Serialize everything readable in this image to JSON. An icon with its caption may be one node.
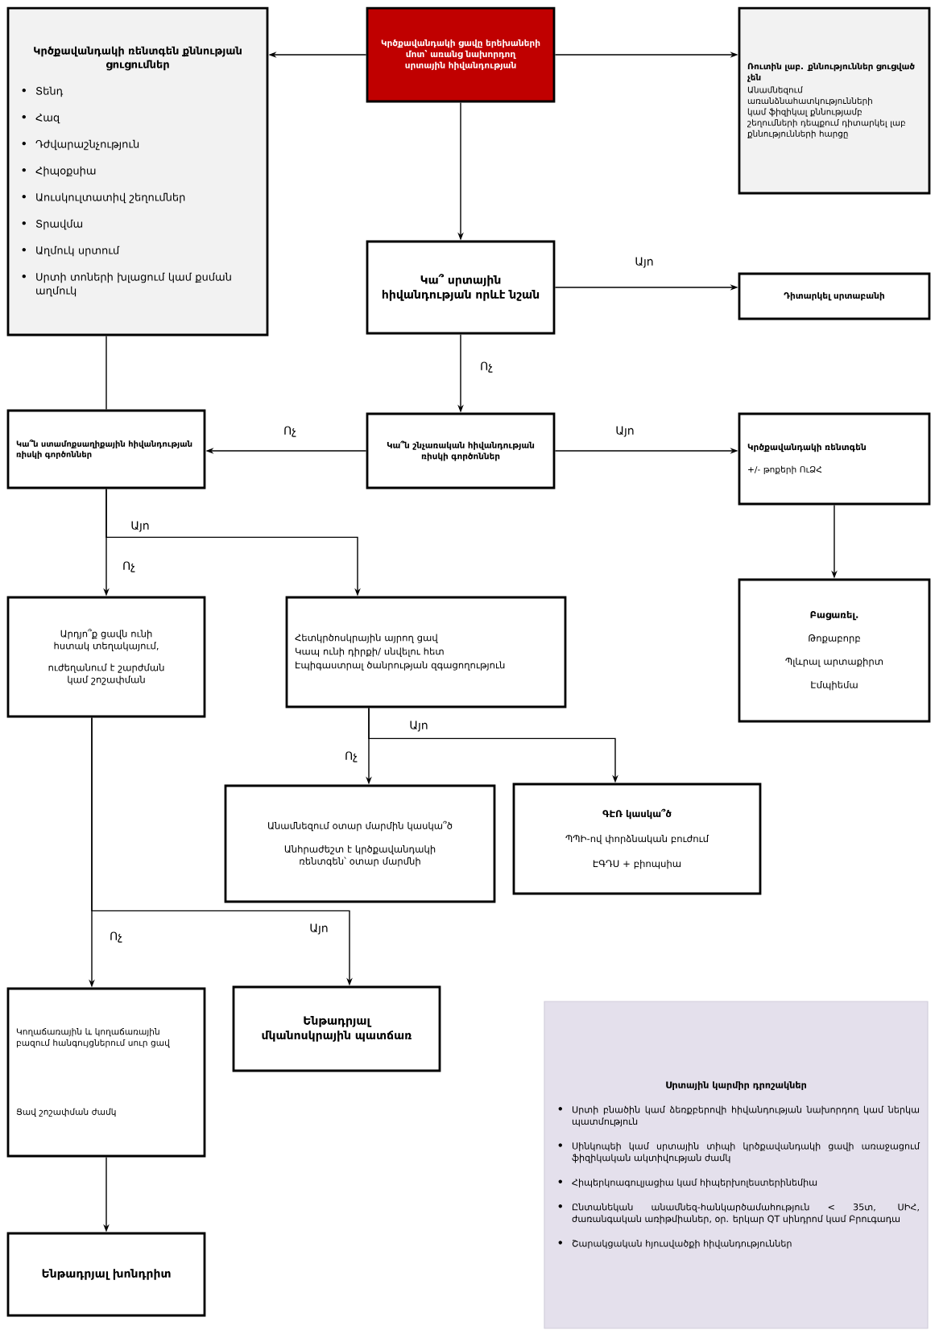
{
  "diagram": {
    "nodes": [
      {
        "text": [
          "Կրծքավանդակի ռենտգեն քննության ցուցումներ",
          "Տենդ",
          "Հազ",
          "Դժվարաշնչություն",
          "Հիպօքսիա",
          "Աուսկուլտատիվ շեղումներ",
          "Տրավմա",
          "Աղմուկ սրտում",
          "Սրտի տոների խլացում կամ քսման աղմուկ"
        ]
      },
      {
        "text": [
          "Կրծքավանդակի ցավը երեխաների մոտ՝ առանց նախորդող սրտային հիվանդության"
        ]
      },
      {
        "text": [
          "Ռուտին լաբ. քննություններ ցուցված չեն",
          "Անամնեզում առանձնահատկությունների կամ ֆիզիկալ քննությամբ շեղումների դեպքում դիտարկել լաբ քննությունների հարցը"
        ]
      },
      {
        "text": [
          "Կա՞ սրտային հիվանդության որևէ նշան"
        ]
      },
      {
        "text": [
          "Դիտարկել սրտաբանի"
        ]
      },
      {
        "text": [
          "Կա՞ն շնչառական հիվանդության ռիսկի գործոններ"
        ]
      },
      {
        "text": [
          "Կրծքավանդակի ռենտգեն",
          "+/- թոքերի ՈւՁՀ"
        ]
      },
      {
        "text": [
          "Կա՞ն ստամոքսաղիքային հիվանդության ռիսկի գործոններ"
        ]
      },
      {
        "text": [
          "Բացառել.",
          "Թոքաբորբ",
          "Պլևրալ արտաքիրտ",
          "Էմպիեմա"
        ]
      },
      {
        "text": [
          "Արդյո՞ք ցավն ունի հստակ տեղակայում,",
          "ուժեղանում է շարժման կամ շոշափման"
        ]
      },
      {
        "text": [
          "Հետկրծոսկրային այրող ցավ",
          "Կապ ունի դիրքի/ սնվելու հետ",
          "Էպիգաստրալ ծանրության զգացողություն"
        ]
      },
      {
        "text": [
          "Անամնեզում օտար մարմին կասկա՞ծ",
          "Անհրաժեշտ է կրծքավանդակի ռենտգեն՝ օտար մարմնի"
        ]
      },
      {
        "text": [
          "ԳԷՌ կասկա՞ծ",
          "ՊՊԻ-ով փորձնական բուժում",
          "ԷԳԴՍ + բիոպսիա"
        ]
      },
      {
        "text": [
          "Կողաճառային և կողաճառային բազում հանգույցներում սուր ցավ",
          "Ցավ շոշափման ժամկ"
        ]
      },
      {
        "text": [
          "Ենթադրյալ մկանոսկրային պատճառ"
        ]
      },
      {
        "text": [
          "Ենթադրյալ խոնդրիտ"
        ]
      },
      {
        "text": [
          "Սրտային կարմիր դրոշակներ",
          "Սրտի բնածին կամ ձեռքբերովի հիվանդության նախորդող կամ ներկա պատմություն",
          "Սինկոպեի կամ սրտային տիպի կրծքավանդակի ցավի առաջացում ֆիզիկական ակտիվության ժամկ",
          "Հիպերկոագուլյացիա կամ հիպերխոլեստերինեմիա",
          "Ընտանեկան անամնեզ-հանկարծամահություն < 35տ, ՍԻՀ, ժառանգական առիթմիաներ, օր. երկար QT սինդրոմ կամ Բրուգադա",
          "Շարակցական հյուսվածքի հիվանդություններ"
        ]
      }
    ],
    "edges": [
      {
        "from": 1,
        "to": 0,
        "arrow": "to"
      },
      {
        "from": 1,
        "to": 2,
        "arrow": "to"
      },
      {
        "from": 1,
        "to": 3,
        "arrow": "to"
      },
      {
        "from": 3,
        "to": 4,
        "arrow": "to",
        "label": "Այո"
      },
      {
        "from": 3,
        "to": 5,
        "arrow": "to",
        "label": "Ոչ"
      },
      {
        "from": 5,
        "to": 7,
        "arrow": "to",
        "label": "Ոչ"
      },
      {
        "from": 5,
        "to": 6,
        "arrow": "to",
        "label": "Այո"
      },
      {
        "from": 6,
        "to": 8,
        "arrow": "to"
      },
      {
        "from": 0,
        "to": 7,
        "arrow": "none"
      },
      {
        "from": 7,
        "to": 9,
        "arrow": "to",
        "label": "Ոչ"
      },
      {
        "from": 7,
        "to": 10,
        "arrow": "to",
        "label": "Այո"
      },
      {
        "from": 10,
        "to": 11,
        "arrow": "to",
        "label": "Ոչ"
      },
      {
        "from": 10,
        "to": 12,
        "arrow": "to",
        "label": "Այո"
      },
      {
        "from": 9,
        "to": 13,
        "arrow": "to",
        "label": "Ոչ"
      },
      {
        "from": 9,
        "to": 14,
        "arrow": "to",
        "label": "Այո"
      },
      {
        "from": 13,
        "to": 15,
        "arrow": "to"
      }
    ]
  }
}
